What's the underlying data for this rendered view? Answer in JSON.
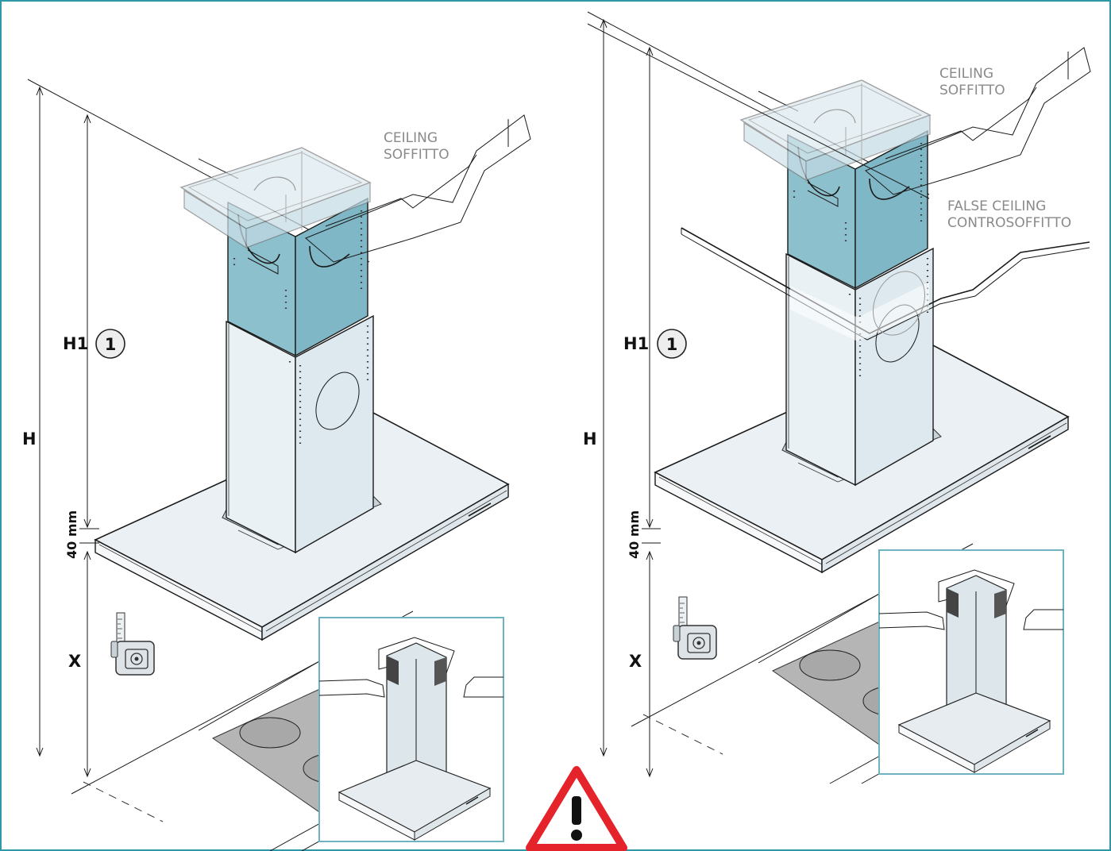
{
  "panels": [
    {
      "id": "left",
      "labels": {
        "h": "H",
        "h1": "H1",
        "step": "1",
        "clearance": "40 mm",
        "x": "X"
      },
      "ceiling": [
        "CEILING",
        "SOFFITTO"
      ]
    },
    {
      "id": "right",
      "labels": {
        "h": "H",
        "h1": "H1",
        "step": "1",
        "clearance": "40 mm",
        "x": "X"
      },
      "ceiling": [
        "CEILING",
        "SOFFITTO"
      ],
      "false_ceiling": [
        "FALSE CEILING",
        "CONTROSOFFITTO"
      ]
    }
  ],
  "colors": {
    "frame": "#2e97a8",
    "upper_chimney": "#7fb7c6",
    "lower_chimney": "#dde9ef",
    "hood_top": "#eaf0f3",
    "hob": "#b5b5b5",
    "warning": "#e4232a"
  },
  "icons": [
    "tape-measure-icon",
    "warning-icon"
  ]
}
